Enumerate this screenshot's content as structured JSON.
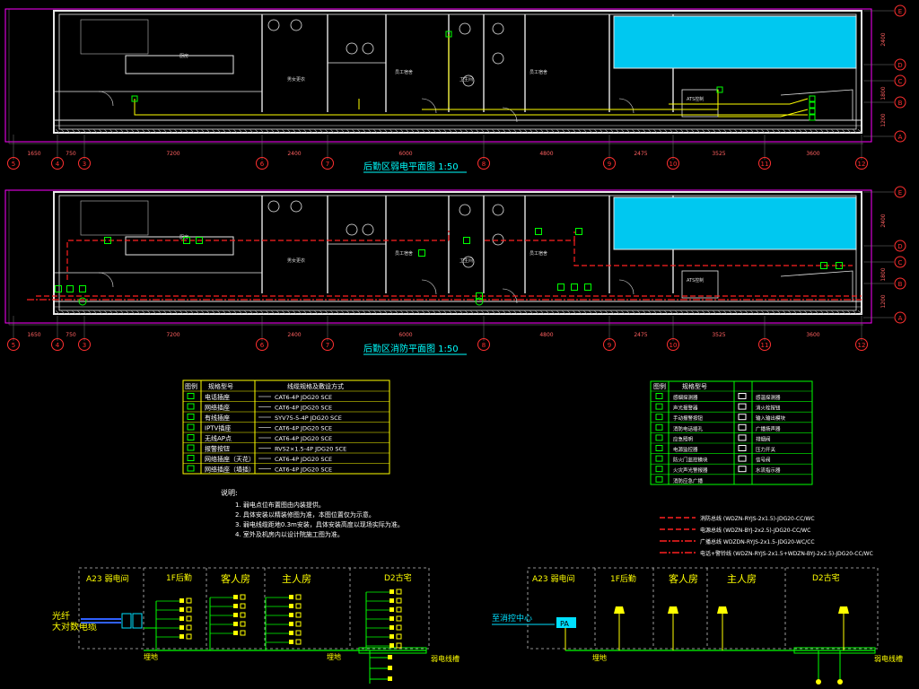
{
  "plans": [
    {
      "title": "后勤区弱电平面图 1:50",
      "kind": "weak"
    },
    {
      "title": "后勤区消防平面图 1:50",
      "kind": "fire"
    }
  ],
  "axis_labels": [
    "5",
    "4",
    "3",
    "6",
    "7",
    "8",
    "9",
    "10",
    "11",
    "12"
  ],
  "axis_dims": [
    "1650",
    "750",
    "7200",
    "2400",
    "6000",
    "4800",
    "2475",
    "3525",
    "3600"
  ],
  "side_axes": [
    "E",
    "D",
    "C",
    "B",
    "A"
  ],
  "side_dims": [
    "2400",
    "1800",
    "1200"
  ],
  "rooms_top": [
    "厨房",
    "男女更衣",
    "员工宿舍",
    "卫生间",
    "员工宿舍",
    "ATS控制"
  ],
  "legend_weak": {
    "header": [
      "图例",
      "规格型号",
      "线缆规格及敷设方式"
    ],
    "rows": [
      [
        "电话插座",
        "CAT6-4P JDG20 SCE"
      ],
      [
        "网络插座",
        "CAT6-4P JDG20 SCE"
      ],
      [
        "有线插座",
        "SYV75-5-4P JDG20 SCE"
      ],
      [
        "IPTV插座",
        "CAT6-4P JDG20 SCE"
      ],
      [
        "无线AP点",
        "CAT6-4P JDG20 SCE"
      ],
      [
        "报警按钮",
        "RVS2×1.5-4P JDG20 SCE"
      ],
      [
        "网络插座（天花）",
        "CAT6-4P JDG20 SCE"
      ],
      [
        "网络插座（墙插）",
        "CAT6-4P JDG20 SCE"
      ]
    ]
  },
  "legend_fire": {
    "header": [
      "图例",
      "规格型号"
    ],
    "rows": [
      [
        "感烟探测器",
        "感温探测器"
      ],
      [
        "声光报警器",
        "消火栓按钮"
      ],
      [
        "手动报警按钮",
        "输入输出模块"
      ],
      [
        "消防电话插孔",
        "广播扬声器"
      ],
      [
        "应急照明",
        "排烟阀"
      ],
      [
        "电源监控器",
        "压力开关"
      ],
      [
        "防火门监控模块",
        "信号阀"
      ],
      [
        "火灾声光警报器",
        "水流指示器"
      ],
      [
        "消防应急广播",
        ""
      ]
    ]
  },
  "notes": {
    "title": "说明:",
    "items": [
      "1. 弱电点位布置图由内装提供。",
      "2. 具体安装以精装修图为准，本图位置仅为示意。",
      "3. 弱电线缆距地0.3m安装，具体安装高度以现场实际为准。",
      "4. 室外及机房内以设计院施工图为准。"
    ]
  },
  "line_legend": [
    {
      "label": "消防总线 (WDZN-RYJS-2x1.5)-JDG20-CC/WC",
      "color": "#ff2020",
      "style": "dash"
    },
    {
      "label": "电源总线 (WDZN-BYJ-2x2.5)-JDG20-CC/WC",
      "color": "#ff2020",
      "style": "dash"
    },
    {
      "label": "广播总线 WDZDN-RYJS-2x1.5-JDG20-WC/CC",
      "color": "#ff2020",
      "style": "dashdot"
    },
    {
      "label": "电话+警铃线 (WDZN-RYJS-2x1.5+WDZN-BYJ-2x2.5)-JDG20-CC/WC",
      "color": "#ff2020",
      "style": "dashdot"
    }
  ],
  "riser_weak": {
    "columns": [
      "A23 弱电间",
      "1F后勤",
      "客人房",
      "主人房",
      "D2古宅"
    ],
    "left_label_1": "光纤",
    "left_label_2": "大对数电缆",
    "ground_1": "埋地",
    "ground_2": "埋地",
    "trunk": "弱电线槽"
  },
  "riser_fire": {
    "columns": [
      "A23 弱电间",
      "1F后勤",
      "客人房",
      "主人房",
      "D2古宅"
    ],
    "source": "至消控中心",
    "pa": "PA",
    "ground": "埋地",
    "trunk": "弱电线槽"
  },
  "colors": {
    "wall": "#e8e8e8",
    "frame": "#ff00ff",
    "axis": "#ff3030",
    "weak": "#ffff00",
    "fire": "#ff2020",
    "title": "#00ffff",
    "green": "#00ff00",
    "cyan": "#00e0ff",
    "blue": "#3060ff"
  }
}
